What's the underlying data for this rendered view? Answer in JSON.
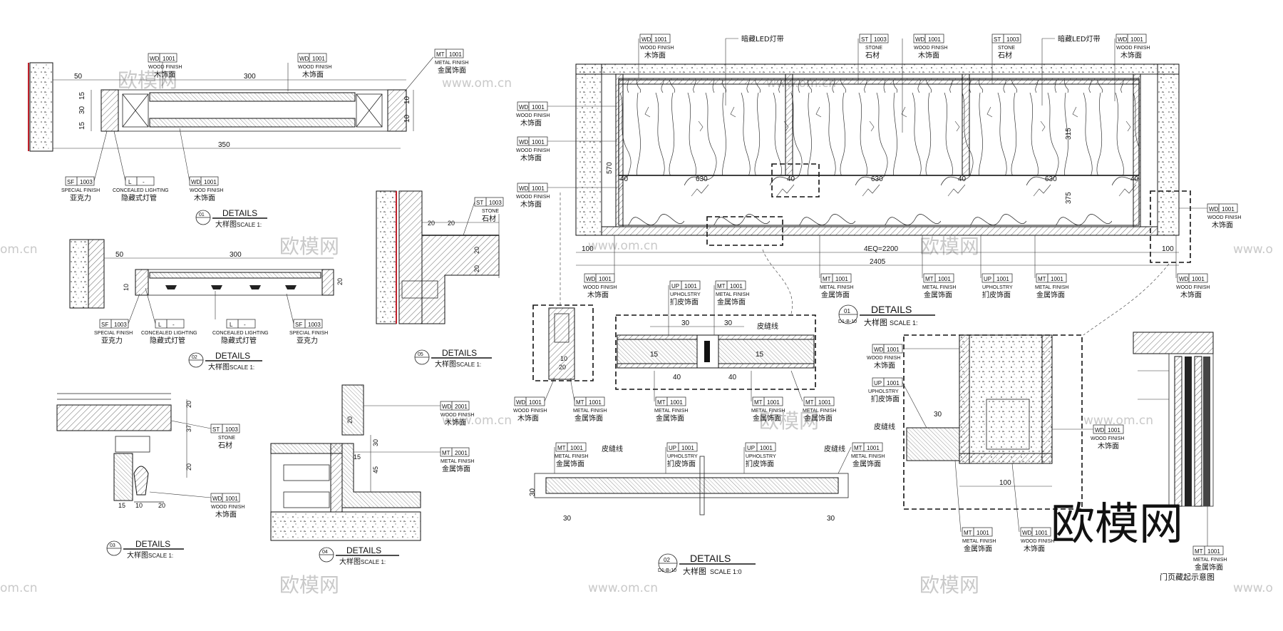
{
  "materials": {
    "wood": {
      "code": "WD",
      "num": "1001",
      "en": "WOOD FINISH",
      "cn": "木饰面"
    },
    "wood2001": {
      "code": "WD",
      "num": "2001",
      "en": "WOOD FINISH",
      "cn": "木饰面"
    },
    "metal": {
      "code": "MT",
      "num": "1001",
      "en": "METAL FINISH",
      "cn": "金属饰面"
    },
    "metal2001": {
      "code": "MT",
      "num": "2001",
      "en": "METAL FINISH",
      "cn": "金属饰面"
    },
    "stone": {
      "code": "ST",
      "num": "1003",
      "en": "STONE",
      "cn": "石材"
    },
    "special": {
      "code": "SF",
      "num": "1003",
      "en": "SPECIAL FINISH",
      "cn": "亚克力"
    },
    "lighting": {
      "code": "L",
      "num": "-",
      "en": "CONCEALED LIGHTING",
      "cn": "隐藏式灯管"
    },
    "upholstery": {
      "code": "UP",
      "num": "1001",
      "en": "UPHOLSTRY",
      "cn": "扪皮饰面"
    }
  },
  "notes": {
    "led": "暗藏LED灯带",
    "piping": "皮缝线",
    "door_title": "门页藏起示意图"
  },
  "details": [
    {
      "num": "01",
      "title": "DETAILS",
      "cn": "大样图",
      "scale": "SCALE 1:"
    },
    {
      "num": "02",
      "title": "DETAILS",
      "cn": "大样图",
      "scale": "SCALE 1:"
    },
    {
      "num": "03",
      "title": "DETAILS",
      "cn": "大样图",
      "scale": "SCALE 1:"
    },
    {
      "num": "04",
      "title": "DETAILS",
      "cn": "大样图",
      "scale": "SCALE 1:"
    },
    {
      "num": "05",
      "title": "DETAILS",
      "cn": "大样图",
      "scale": "SCALE 1:"
    },
    {
      "num": "01",
      "sub": "D1-B-10",
      "title": "DETAILS",
      "cn": "大样图",
      "scale": "SCALE 1:"
    },
    {
      "num": "02",
      "sub": "D1-B-10",
      "title": "DETAILS",
      "cn": "大样图",
      "scale": "SCALE 1:0"
    }
  ],
  "dims": {
    "d50": "50",
    "d300": "300",
    "d350": "350",
    "d30": "30",
    "d15": "15",
    "d10": "10",
    "d20": "20",
    "d37": "37",
    "d45": "45",
    "d570": "570",
    "d630": "630",
    "d40": "40",
    "d100": "100",
    "d2200": "4EQ=2200",
    "d2405": "2405",
    "d315": "315",
    "d375": "375"
  },
  "watermarks": {
    "brand": "欧模网",
    "url": "www.om.cn",
    "url_short": "om.cn",
    "url_head": "www.o"
  }
}
